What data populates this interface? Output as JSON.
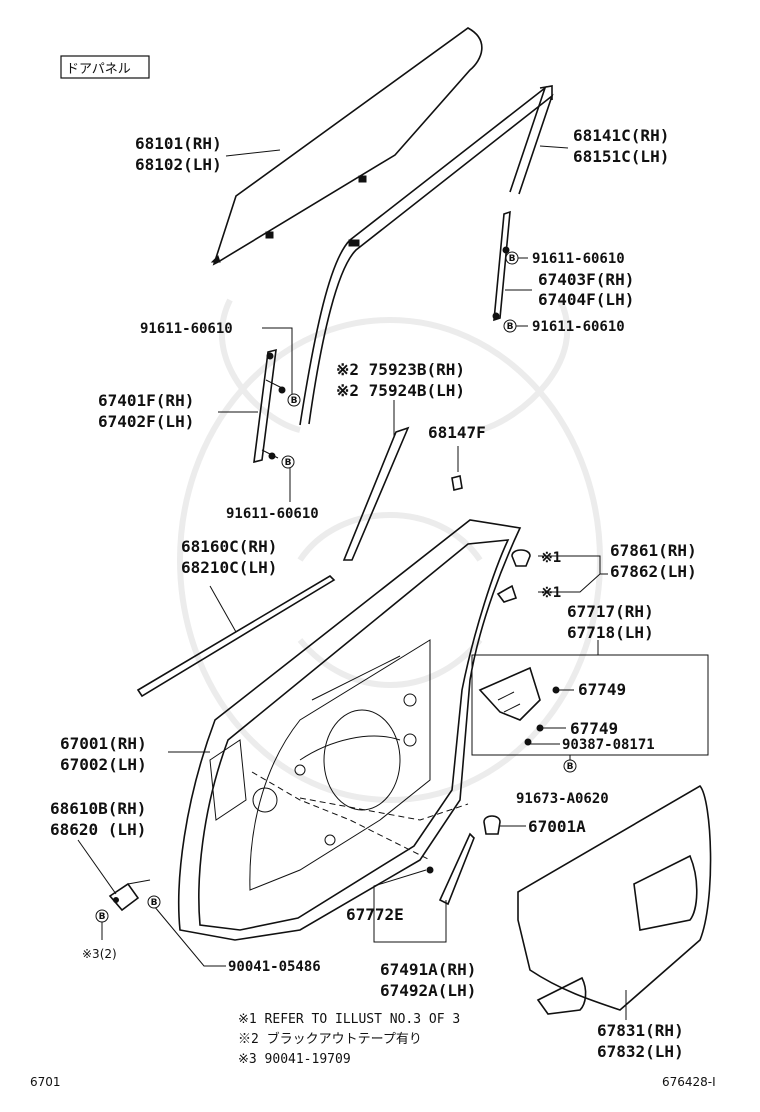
{
  "header": {
    "section_label": "ドアパネル"
  },
  "labels": {
    "glass": [
      "68101(RH)",
      "68102(LH)"
    ],
    "run_channel": [
      "68141C(RH)",
      "68151C(LH)"
    ],
    "bolt_rear_upper": "91611-60610",
    "rear_sash": [
      "67403F(RH)",
      "67404F(LH)"
    ],
    "bolt_rear_lower": "91611-60610",
    "bolt_front_upper": "91611-60610",
    "blackout": [
      "※2 75923B(RH)",
      "※2 75924B(LH)"
    ],
    "front_sash": [
      "67401F(RH)",
      "67402F(LH)"
    ],
    "clip_68147": "68147F",
    "bolt_front_lower": "91611-60610",
    "weatherstrip": [
      "68160C(RH)",
      "68210C(LH)"
    ],
    "clip_right": [
      "67861(RH)",
      "67862(LH)"
    ],
    "ref1_a": "※1",
    "ref1_b": "※1",
    "lock_striker": [
      "67717(RH)",
      "67718(LH)"
    ],
    "part_67749_a": "67749",
    "part_67749_b": "67749",
    "screw_90387": "90387-08171",
    "bolt_91673": "91673-A0620",
    "door_panel": [
      "67001(RH)",
      "67002(LH)"
    ],
    "part_67001a": "67001A",
    "hinge": [
      "68610B(RH)",
      "68620 (LH)"
    ],
    "part_67772e": "67772E",
    "ref3": "※3(2)",
    "bolt_90041": "90041-05486",
    "garnish": [
      "67491A(RH)",
      "67492A(LH)"
    ],
    "service_hole_cover": [
      "67831(RH)",
      "67832(LH)"
    ]
  },
  "bolt_marker": "B",
  "notes": [
    "※1 REFER TO ILLUST NO.3 OF 3",
    "※2 ブラックアウトテープ有り",
    "※3  90041-19709"
  ],
  "footer": {
    "page_code": "6701",
    "illust_code": "676428-I"
  }
}
